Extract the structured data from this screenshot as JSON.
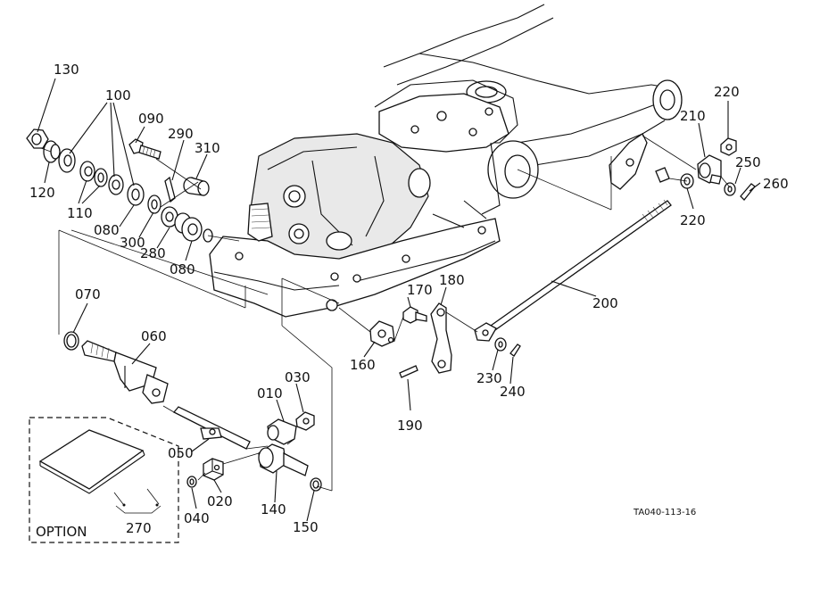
{
  "parts": [
    {
      "id": "p130",
      "label": "130"
    },
    {
      "id": "p100",
      "label": "100"
    },
    {
      "id": "p090",
      "label": "090"
    },
    {
      "id": "p290",
      "label": "290"
    },
    {
      "id": "p310",
      "label": "310"
    },
    {
      "id": "p120",
      "label": "120"
    },
    {
      "id": "p110",
      "label": "110"
    },
    {
      "id": "p080a",
      "label": "080"
    },
    {
      "id": "p300",
      "label": "300"
    },
    {
      "id": "p280",
      "label": "280"
    },
    {
      "id": "p080b",
      "label": "080"
    },
    {
      "id": "p070",
      "label": "070"
    },
    {
      "id": "p060",
      "label": "060"
    },
    {
      "id": "p010",
      "label": "010"
    },
    {
      "id": "p030",
      "label": "030"
    },
    {
      "id": "p050",
      "label": "050"
    },
    {
      "id": "p020",
      "label": "020"
    },
    {
      "id": "p040",
      "label": "040"
    },
    {
      "id": "p140",
      "label": "140"
    },
    {
      "id": "p150",
      "label": "150"
    },
    {
      "id": "p270",
      "label": "270"
    },
    {
      "id": "p170",
      "label": "170"
    },
    {
      "id": "p180",
      "label": "180"
    },
    {
      "id": "p160",
      "label": "160"
    },
    {
      "id": "p190",
      "label": "190"
    },
    {
      "id": "p200",
      "label": "200"
    },
    {
      "id": "p230",
      "label": "230"
    },
    {
      "id": "p240",
      "label": "240"
    },
    {
      "id": "p220a",
      "label": "220"
    },
    {
      "id": "p210",
      "label": "210"
    },
    {
      "id": "p250",
      "label": "250"
    },
    {
      "id": "p260",
      "label": "260"
    },
    {
      "id": "p220b",
      "label": "220"
    }
  ],
  "option_label": "OPTION",
  "drawing_code": "TA040-113-16"
}
